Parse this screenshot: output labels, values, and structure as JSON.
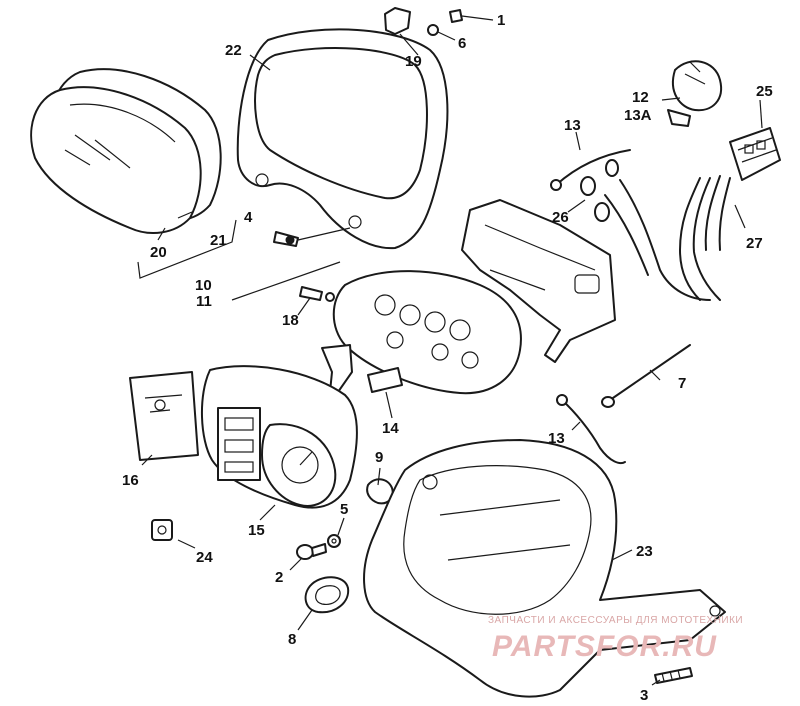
{
  "callouts": {
    "c1": "1",
    "c2": "2",
    "c3": "3",
    "c4": "4",
    "c5": "5",
    "c6": "6",
    "c7": "7",
    "c8": "8",
    "c9": "9",
    "c10": "10",
    "c11": "11",
    "c12": "12",
    "c13a": "13A",
    "c13_top": "13",
    "c13_bottom": "13",
    "c14": "14",
    "c15": "15",
    "c16": "16",
    "c18": "18",
    "c19": "19",
    "c20": "20",
    "c21": "21",
    "c22": "22",
    "c23": "23",
    "c24": "24",
    "c25": "25",
    "c26": "26",
    "c27": "27"
  },
  "watermark": {
    "tagline": "ЗАПЧАСТИ И АКСЕССУАРЫ ДЛЯ МОТОТЕХНИКИ",
    "brand": "PARTSFOR.RU"
  }
}
